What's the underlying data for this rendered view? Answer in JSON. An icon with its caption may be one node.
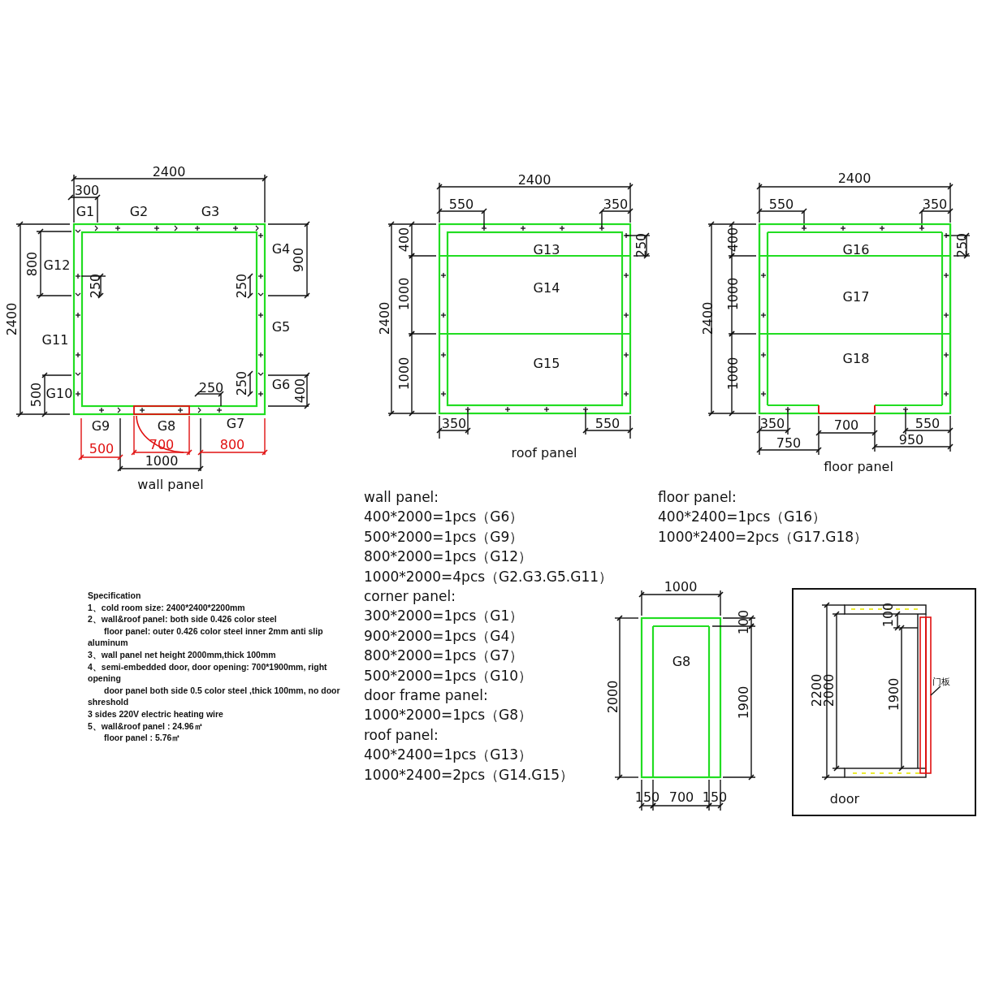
{
  "diagram": {
    "nodes": [
      {
        "text": [
          "门板"
        ]
      },
      {
        "text": [],
        "shape": "box"
      }
    ],
    "edges": [
      {
        "from": 0,
        "to": 1,
        "arrow": "none"
      }
    ],
    "labels": [
      "2400",
      "300",
      "G1",
      "G2",
      "G3",
      "800",
      "G12",
      "250",
      "250",
      "G4",
      "900",
      "2400",
      "G11",
      "G5",
      "500",
      "G10",
      "250",
      "250",
      "G6",
      "400",
      "G9",
      "G8",
      "G7",
      "700",
      "500",
      "800",
      "1000",
      "wall panel",
      "2400",
      "550",
      "350",
      "400",
      "250",
      "G13",
      "G14",
      "1000",
      "2400",
      "G15",
      "1000",
      "350",
      "550",
      "roof panel",
      "2400",
      "550",
      "350",
      "400",
      "250",
      "G16",
      "1000",
      "G17",
      "2400",
      "G18",
      "1000",
      "350",
      "700",
      "550",
      "750",
      "950",
      "floor panel",
      "wall panel:",
      "400*2000=1pcs（G6）",
      "500*2000=1pcs（G9）",
      "800*2000=1pcs（G12）",
      "1000*2000=4pcs（G2.G3.G5.G11）",
      "corner panel:",
      "300*2000=1pcs（G1）",
      "900*2000=1pcs（G4）",
      "800*2000=1pcs（G7）",
      "500*2000=1pcs（G10）",
      "door frame panel:",
      "1000*2000=1pcs（G8）",
      "roof panel:",
      "400*2400=1pcs（G13）",
      "1000*2400=2pcs（G14.G15）",
      "floor panel:",
      "400*2400=1pcs（G16）",
      "1000*2400=2pcs（G17.G18）",
      "Specification",
      "1、cold room size: 2400*2400*2200mm",
      "2、wall&roof panel: both side 0.426 color steel",
      "floor panel: outer 0.426 color steel inner 2mm anti slip aluminum",
      "3、wall panel net height 2000mm,thick 100mm",
      "4、semi-embedded door, door opening: 700*1900mm, right opening",
      "door panel both side 0.5 color steel ,thick 100mm, no door shreshold",
      "3 sides 220V electric heating wire",
      "5、wall&roof panel : 24.96㎡",
      "floor panel : 5.76㎡",
      "1000",
      "100",
      "G8",
      "2000",
      "1900",
      "150",
      "700",
      "150",
      "100",
      "2200",
      "2000",
      "1900",
      "door"
    ]
  }
}
